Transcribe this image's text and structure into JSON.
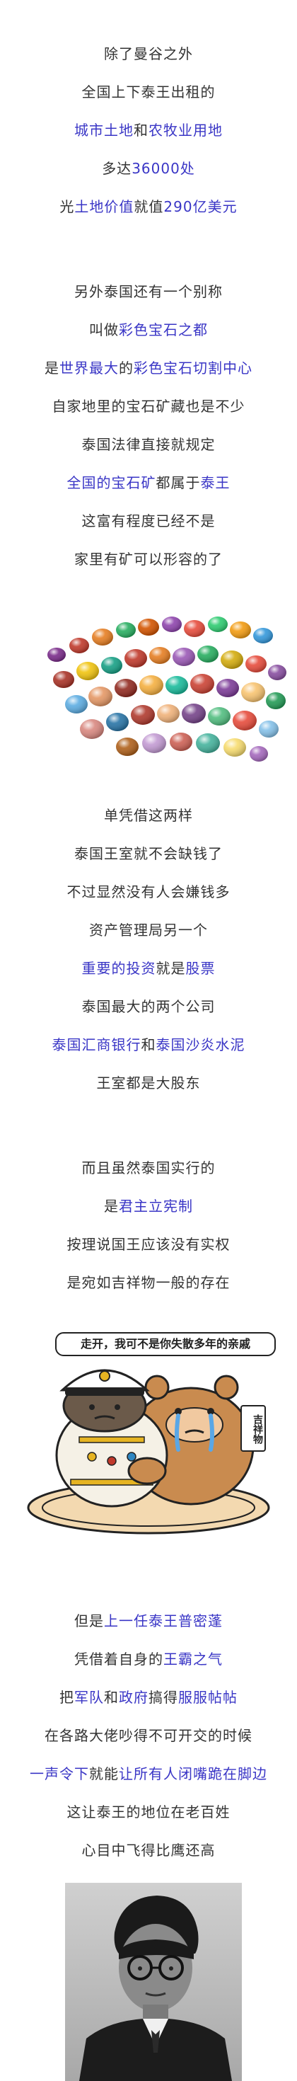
{
  "section1": {
    "line1": "除了曼谷之外",
    "line2": "全国上下泰王出租的",
    "line3": {
      "a": "城市土地",
      "b": "和",
      "c": "农牧业用地"
    },
    "line4": {
      "a": "多达",
      "b": "36000处"
    },
    "line5": {
      "a": "光",
      "b": "土地价值",
      "c": "就值",
      "d": "290亿美元"
    }
  },
  "section2": {
    "line1": "另外泰国还有一个别称",
    "line2": {
      "a": "叫做",
      "b": "彩色宝石之都"
    },
    "line3": {
      "a": "是",
      "b": "世界最大",
      "c": "的",
      "d": "彩色宝石切割中心"
    },
    "line4": "自家地里的宝石矿藏也是不少",
    "line5": "泰国法律直接就规定",
    "line6": {
      "a": "全国的宝石矿",
      "b": "都属于",
      "c": "泰王"
    },
    "line7": "这富有程度已经不是",
    "line8": "家里有矿可以形容的了"
  },
  "section3": {
    "line1": "单凭借这两样",
    "line2": "泰国王室就不会缺钱了",
    "line3": "不过显然没有人会嫌钱多",
    "line4": "资产管理局另一个",
    "line5": {
      "a": "重要的投资",
      "b": "就是",
      "c": "股票"
    },
    "line6": "泰国最大的两个公司",
    "line7": {
      "a": "泰国汇商银行",
      "b": "和",
      "c": "泰国沙炎水泥"
    },
    "line8": "王室都是大股东"
  },
  "section4": {
    "line1": "而且虽然泰国实行的",
    "line2": {
      "a": "是",
      "b": "君主立宪制"
    },
    "line3": "按理说国王应该没有实权",
    "line4": "是宛如吉祥物一般的存在"
  },
  "cartoon": {
    "speech": "走开，我可不是你失散多年的亲戚",
    "badge": "吉祥物"
  },
  "section5": {
    "line1": {
      "a": "但是",
      "b": "上一任泰王普密蓬"
    },
    "line2": {
      "a": "凭借着自身的",
      "b": "王霸之气"
    },
    "line3": {
      "a": "把",
      "b": "军队",
      "c": "和",
      "d": "政府",
      "e": "搞得",
      "f": "服服帖帖"
    },
    "line4": "在各路大佬吵得不可开交的时候",
    "line5": {
      "a": "一声令下",
      "b": "就能",
      "c": "让所有人闭嘴跪在脚边"
    },
    "line6": "这让泰王的地位在老百姓",
    "line7": "心目中飞得比鹰还高"
  },
  "colors": {
    "text": "#333333",
    "highlight": "#3a36c6"
  }
}
